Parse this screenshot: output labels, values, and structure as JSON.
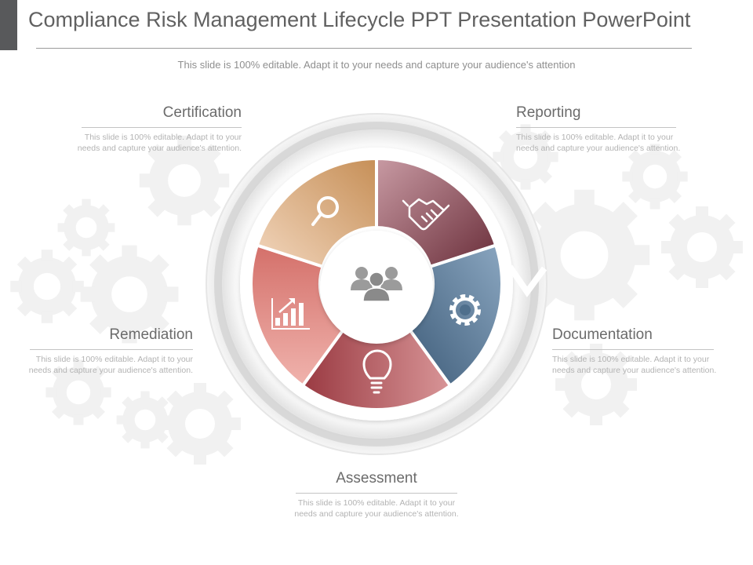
{
  "header": {
    "title": "Compliance Risk Management Lifecycle PPT Presentation PowerPoint",
    "subtitle": "This slide is 100% editable. Adapt it to your needs and capture your audience's attention"
  },
  "cycle": {
    "center_icon": "people-group-icon",
    "segments": [
      {
        "label": "Reporting",
        "icon": "handshake-icon",
        "color": "#7a3f4a",
        "desc": "This slide is 100% editable. Adapt it to your needs and capture your audience's attention."
      },
      {
        "label": "Documentation",
        "icon": "gear-icon",
        "color": "#4f6f8c",
        "desc": "This slide is 100% editable. Adapt it to your needs and capture your audience's attention."
      },
      {
        "label": "Assessment",
        "icon": "lightbulb-icon",
        "color": "#a84a50",
        "desc": "This slide is 100% editable. Adapt it to your needs and capture your audience's attention."
      },
      {
        "label": "Remediation",
        "icon": "bar-chart-growth-icon",
        "color": "#cf6a63",
        "desc": "This slide is 100% editable. Adapt it to your needs and capture your audience's attention."
      },
      {
        "label": "Certification",
        "icon": "magnifier-icon",
        "color": "#c99a6e",
        "desc": "This slide is 100% editable. Adapt it to your needs and capture your audience's attention."
      }
    ]
  }
}
